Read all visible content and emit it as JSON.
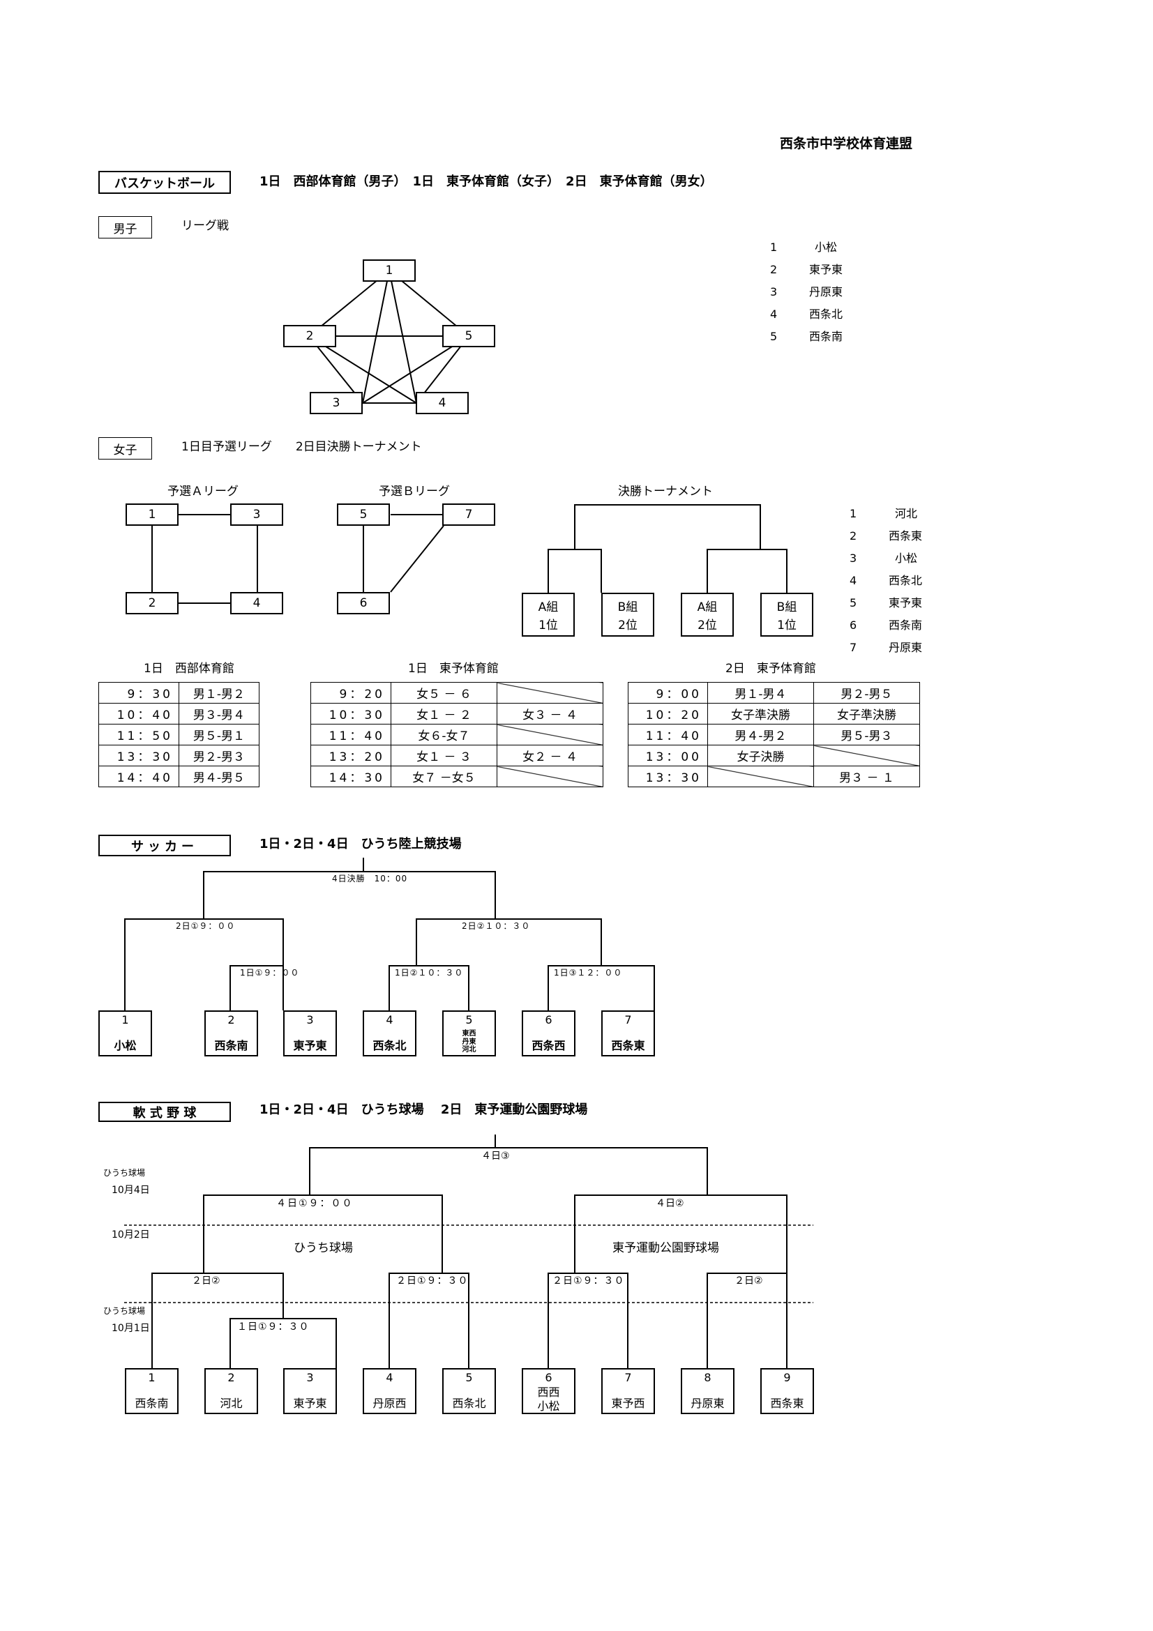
{
  "org": "西条市中学校体育連盟",
  "basketball": {
    "title": "バスケットボール",
    "venues": "1日　西部体育館（男子）　1日　東予体育館（女子）　2日　東予体育館（男女）",
    "men_tag": "男子",
    "men_format": "リーグ戦",
    "men_nodes": [
      "1",
      "2",
      "3",
      "4",
      "5"
    ],
    "men_teams": [
      {
        "no": "1",
        "name": "小松"
      },
      {
        "no": "2",
        "name": "東予東"
      },
      {
        "no": "3",
        "name": "丹原東"
      },
      {
        "no": "4",
        "name": "西条北"
      },
      {
        "no": "5",
        "name": "西条南"
      }
    ],
    "women_tag": "女子",
    "women_format": "1日目予選リーグ　　2日目決勝トーナメント",
    "league_a_title": "予選Ａリーグ",
    "league_a_nodes": [
      "1",
      "3",
      "2",
      "4"
    ],
    "league_b_title": "予選Ｂリーグ",
    "league_b_nodes": [
      "5",
      "7",
      "6"
    ],
    "final_title": "決勝トーナメント",
    "final_slots": [
      {
        "l1": "A組",
        "l2": "1位"
      },
      {
        "l1": "B組",
        "l2": "2位"
      },
      {
        "l1": "A組",
        "l2": "2位"
      },
      {
        "l1": "B組",
        "l2": "1位"
      }
    ],
    "women_teams": [
      {
        "no": "1",
        "name": "河北"
      },
      {
        "no": "2",
        "name": "西条東"
      },
      {
        "no": "3",
        "name": "小松"
      },
      {
        "no": "4",
        "name": "西条北"
      },
      {
        "no": "5",
        "name": "東予東"
      },
      {
        "no": "6",
        "name": "西条南"
      },
      {
        "no": "7",
        "name": "丹原東"
      }
    ],
    "schedule1_title": "1日　西部体育館",
    "schedule1": [
      [
        "9：30",
        "男１-男２"
      ],
      [
        "10：40",
        "男３-男４"
      ],
      [
        "11：50",
        "男５-男１"
      ],
      [
        "13：30",
        "男２-男３"
      ],
      [
        "14：40",
        "男４-男５"
      ]
    ],
    "schedule2_title": "1日　東予体育館",
    "schedule2": [
      [
        "9：20",
        "女５ － ６",
        ""
      ],
      [
        "10：30",
        "女１ － ２",
        "女３ － ４"
      ],
      [
        "11：40",
        "女６-女７",
        ""
      ],
      [
        "13：20",
        "女１ － ３",
        "女２ － ４"
      ],
      [
        "14：30",
        "女７ －女５",
        ""
      ]
    ],
    "schedule3_title": "2日　東予体育館",
    "schedule3": [
      [
        "9：00",
        "男１-男４",
        "男２-男５"
      ],
      [
        "10：20",
        "女子準決勝",
        "女子準決勝"
      ],
      [
        "11：40",
        "男４-男２",
        "男５-男３"
      ],
      [
        "13：00",
        "女子決勝",
        ""
      ],
      [
        "13：30",
        "",
        "男３ － １"
      ]
    ]
  },
  "soccer": {
    "title": "サッカー",
    "venue": "1日・2日・4日　ひうち陸上競技場",
    "final_label": "4日決勝　10：00",
    "semi1_label": "2日①９：００",
    "semi2_label": "2日②１０：３０",
    "r1_1_label": "1日①９：００",
    "r1_2_label": "1日②１０：３０",
    "r1_3_label": "1日③１２：００",
    "teams": [
      {
        "no": "1",
        "name": "小松"
      },
      {
        "no": "2",
        "name": "西条南"
      },
      {
        "no": "3",
        "name": "東予東"
      },
      {
        "no": "4",
        "name": "西条北"
      },
      {
        "no": "5",
        "name": "東西\n丹東\n河北"
      },
      {
        "no": "6",
        "name": "西条西"
      },
      {
        "no": "7",
        "name": "西条東"
      }
    ]
  },
  "baseball": {
    "title": "軟 式 野 球",
    "venue": "1日・2日・4日　ひうち球場　 2日　東予運動公園野球場",
    "final_label": "４日③",
    "semi1_label": "４日①９：００",
    "semi2_label": "４日②",
    "day2_a_label": "２日②",
    "day2_b_label": "２日①９：３０",
    "day2_c_label": "２日①９：３０",
    "day2_d_label": "２日②",
    "day1_label": "１日①９：３０",
    "venue_left": "ひうち球場",
    "venue_right": "東予運動公園野球場",
    "side_hiuchi_1": "ひうち球場",
    "side_oct4": "10月4日",
    "side_oct2": "10月2日",
    "side_hiuchi_2": "ひうち球場",
    "side_oct1": "10月1日",
    "teams": [
      {
        "no": "1",
        "name": "西条南"
      },
      {
        "no": "2",
        "name": "河北"
      },
      {
        "no": "3",
        "name": "東予東"
      },
      {
        "no": "4",
        "name": "丹原西"
      },
      {
        "no": "5",
        "name": "西条北"
      },
      {
        "no": "6",
        "name": "西西\n小松"
      },
      {
        "no": "7",
        "name": "東予西"
      },
      {
        "no": "8",
        "name": "丹原東"
      },
      {
        "no": "9",
        "name": "西条東"
      }
    ]
  }
}
